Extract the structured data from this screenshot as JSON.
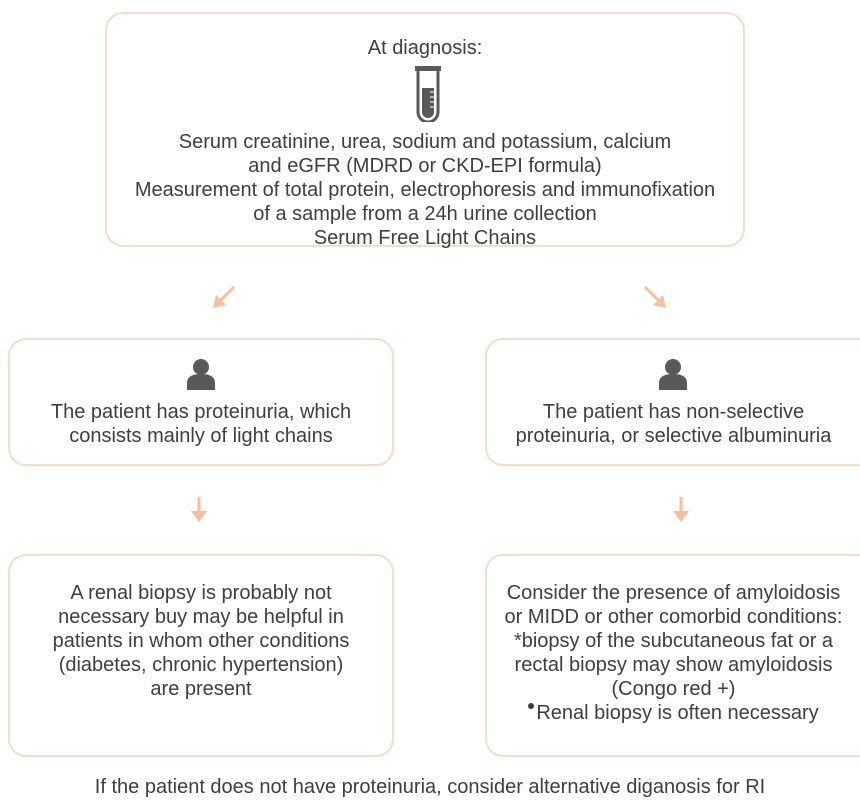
{
  "top": {
    "title": "At diagnosis:",
    "icon": "test-tube-icon",
    "lines": [
      "Serum creatinine, urea, sodium and potassium, calcium",
      "and eGFR (MDRD or CKD-EPI formula)",
      "Measurement of total protein, electrophoresis and immunofixation",
      "of a sample from a 24h urine collection",
      "Serum Free Light Chains"
    ]
  },
  "left_branch": {
    "icon": "person-icon",
    "summary": [
      "The patient has proteinuria, which",
      "consists mainly of light chains"
    ],
    "recommendation": [
      "A renal biopsy is probably not",
      "necessary buy may be helpful in",
      "patients in whom other conditions",
      "(diabetes, chronic hypertension)",
      "are present"
    ]
  },
  "right_branch": {
    "icon": "person-icon",
    "summary": [
      "The patient  has non-selective",
      "proteinuria, or selective albuminuria"
    ],
    "recommendation": [
      "Consider the presence of amyloidosis",
      "or MIDD or other comorbid conditions:",
      "*biopsy of the subcutaneous fat or a",
      "rectal biopsy may show amyloidosis",
      "(Congo red +)"
    ],
    "bullet_line": "Renal biopsy is often necessary"
  },
  "footer": "If the patient does not have proteinuria, consider alternative diganosis for RI",
  "colors": {
    "border": "#f6dccb",
    "arrow": "#f7bf9d",
    "icon": "#595959",
    "text": "#3e3e3e"
  }
}
